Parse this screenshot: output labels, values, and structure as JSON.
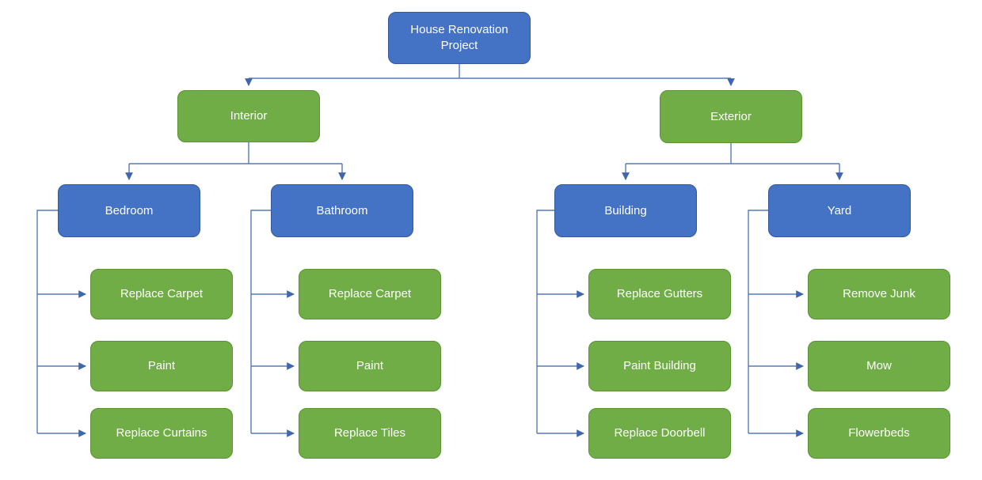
{
  "diagram_title": "House Renovation Project",
  "colors": {
    "blue_fill": "#4472C4",
    "blue_border": "#33589B",
    "green_fill": "#70AD47",
    "green_border": "#5A9334",
    "connector": "#557ABC",
    "connector_arrow": "#4066AE",
    "text": "#FFFFFF"
  },
  "root": {
    "label": "House Renovation Project"
  },
  "branches": [
    {
      "label": "Interior",
      "children": [
        {
          "label": "Bedroom",
          "tasks": [
            "Replace Carpet",
            "Paint",
            "Replace Curtains"
          ]
        },
        {
          "label": "Bathroom",
          "tasks": [
            "Replace Carpet",
            "Paint",
            "Replace Tiles"
          ]
        }
      ]
    },
    {
      "label": "Exterior",
      "children": [
        {
          "label": "Building",
          "tasks": [
            "Replace Gutters",
            "Paint Building",
            "Replace Doorbell"
          ]
        },
        {
          "label": "Yard",
          "tasks": [
            "Remove Junk",
            "Mow",
            "Flowerbeds"
          ]
        }
      ]
    }
  ]
}
